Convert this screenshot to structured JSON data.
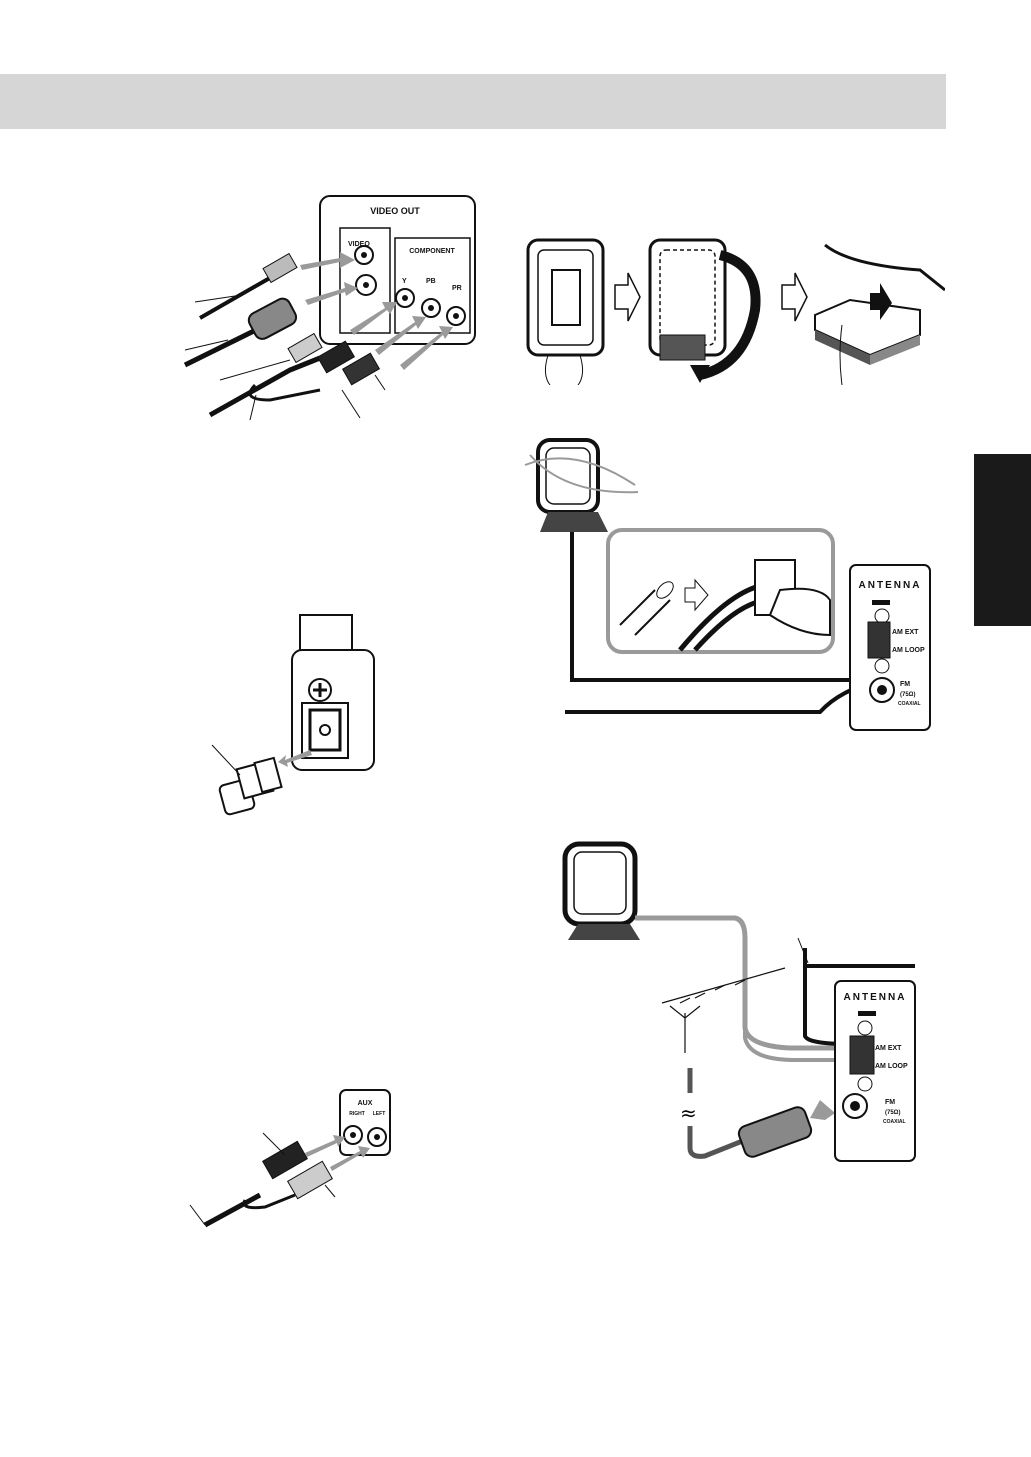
{
  "video_panel": {
    "title": "VIDEO OUT",
    "video_label": "VIDEO",
    "component_label": "COMPONENT",
    "jack_labels": [
      "Y",
      "PB",
      "PR"
    ]
  },
  "aux_panel": {
    "title": "AUX",
    "right_label": "RIGHT",
    "left_label": "LEFT"
  },
  "antenna_panel_1": {
    "title": "ANTENNA",
    "am_ext": "AM EXT",
    "am_loop": "AM LOOP",
    "fm": "FM",
    "fm_ohm": "(75Ω)",
    "coaxial": "COAXIAL"
  },
  "antenna_panel_2": {
    "title": "ANTENNA",
    "am_ext": "AM EXT",
    "am_loop": "AM LOOP",
    "fm": "FM",
    "fm_ohm": "(75Ω)",
    "coaxial": "COAXIAL"
  },
  "colors": {
    "header_bar": "#d6d6d6",
    "side_tab": "#1a1a1a",
    "arrow_gray": "#9a9a9a"
  }
}
